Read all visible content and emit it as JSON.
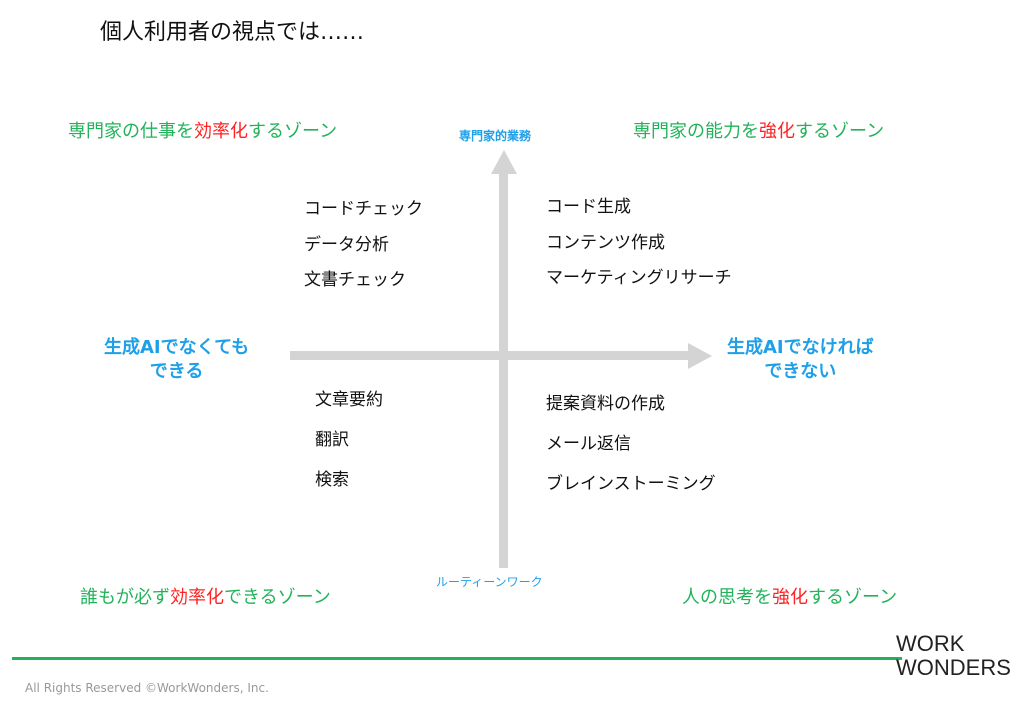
{
  "title": "個人利用者の視点では……",
  "zones": {
    "top_left": {
      "a": "専門家の仕事を",
      "b": "効率化",
      "c": "するゾーン"
    },
    "top_right": {
      "a": "専門家の能力を",
      "b": "強化",
      "c": "するゾーン"
    },
    "bottom_left": {
      "a": "誰もが必ず",
      "b": "効率化",
      "c": "できるゾーン"
    },
    "bottom_right": {
      "a": "人の思考を",
      "b": "強化",
      "c": "するゾーン"
    }
  },
  "axes": {
    "top": "専門家的業務",
    "bottom": "ルーティーンワーク",
    "left": [
      "生成AIでなくても",
      "できる"
    ],
    "right": [
      "生成AIでなければ",
      "できない"
    ]
  },
  "quadrants": {
    "top_left": [
      "コードチェック",
      "データ分析",
      "文書チェック"
    ],
    "top_right": [
      "コード生成",
      "コンテンツ作成",
      "マーケティングリサーチ"
    ],
    "bottom_left": [
      "文章要約",
      "翻訳",
      "検索"
    ],
    "bottom_right": [
      "提案資料の作成",
      "メール返信",
      "ブレインストーミング"
    ]
  },
  "logo": [
    "WORK",
    "WONDERS"
  ],
  "footer": "All Rights Reserved ©WorkWonders, Inc.",
  "colors": {
    "green": "#22b35a",
    "red": "#ff2222",
    "blue": "#1ea0e8"
  }
}
